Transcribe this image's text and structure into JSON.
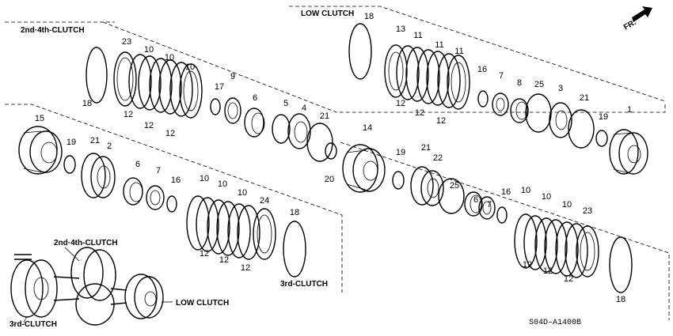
{
  "diagram": {
    "section_labels": {
      "low_clutch": "LOW CLUTCH",
      "second_fourth_clutch": "2nd·4th-CLUTCH",
      "third_clutch": "3rd-CLUTCH"
    },
    "direction_label": "FR.",
    "figure_code": "S04D–A1400B",
    "inset_labels": {
      "second_fourth": "2nd·4th-CLUTCH",
      "low": "LOW CLUTCH",
      "third": "3rd-CLUTCH"
    },
    "callouts": [
      "18",
      "23",
      "10",
      "10",
      "10",
      "12",
      "12",
      "12",
      "18",
      "17",
      "9",
      "6",
      "5",
      "4",
      "21",
      "20",
      "15",
      "19",
      "21",
      "2",
      "6",
      "7",
      "16",
      "10",
      "10",
      "10",
      "24",
      "12",
      "12",
      "12",
      "18",
      "14",
      "19",
      "21",
      "22",
      "25",
      "6",
      "7",
      "16",
      "10",
      "10",
      "10",
      "23",
      "12",
      "12",
      "12",
      "18",
      "13",
      "11",
      "11",
      "11",
      "12",
      "12",
      "12",
      "16",
      "7",
      "8",
      "25",
      "3",
      "21",
      "19",
      "1"
    ]
  }
}
